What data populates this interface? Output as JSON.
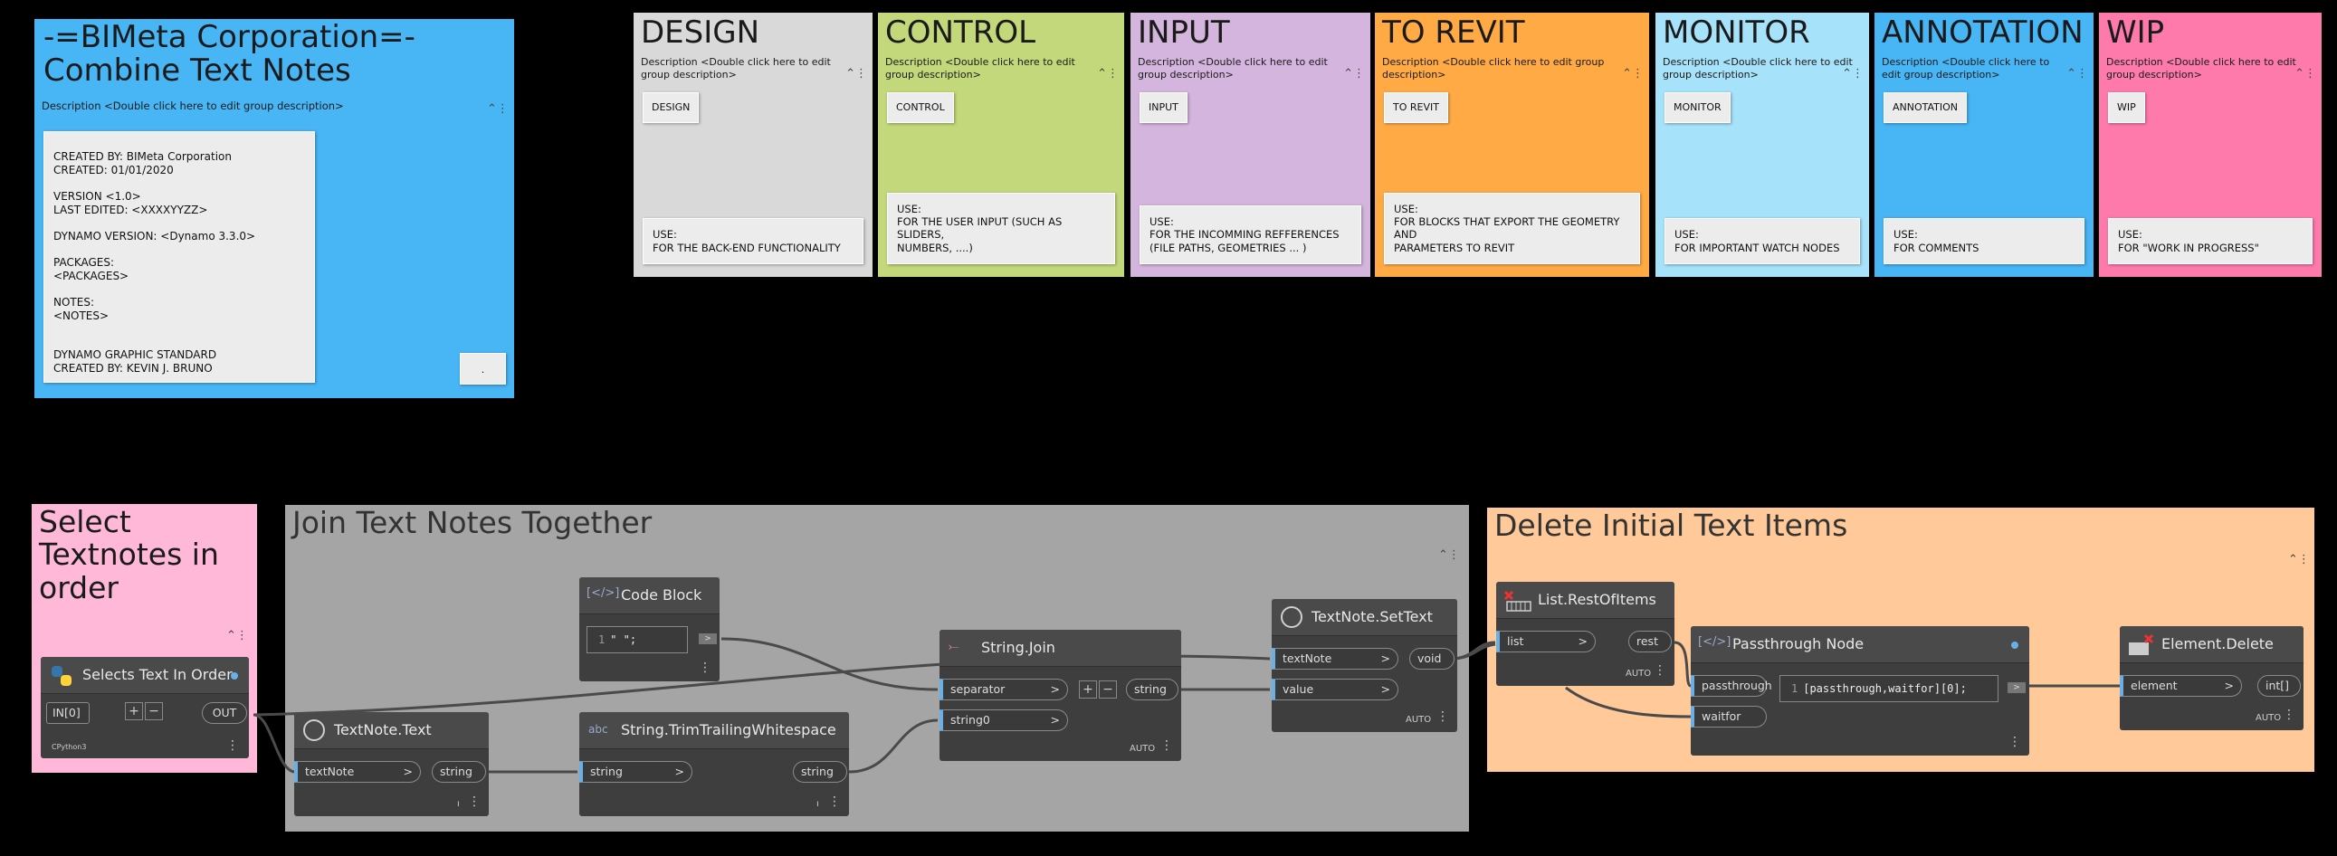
{
  "header_group": {
    "title": "-=BIMeta Corporation=-\nCombine Text Notes",
    "description": "Description <Double click here to edit group description>",
    "note_lines": [
      "CREATED BY: BIMeta Corporation",
      "CREATED: 01/01/2020",
      "",
      "VERSION <1.0>",
      "LAST EDITED: <XXXXYYZZ>",
      "",
      "DYNAMO VERSION: <Dynamo 3.3.0>",
      "",
      "PACKAGES:",
      "<PACKAGES>",
      "",
      "NOTES:",
      "<NOTES>",
      "",
      "",
      "DYNAMO GRAPHIC STANDARD",
      "CREATED BY: KEVIN J. BRUNO"
    ],
    "small_note": ".",
    "color": "#48b5f5"
  },
  "legend_groups": [
    {
      "title": "DESIGN",
      "description": "Description <Double click here to edit\ngroup description>",
      "tag": "DESIGN",
      "use": "USE:\nFOR THE BACK-END FUNCTIONALITY",
      "color": "#d9d9d9"
    },
    {
      "title": "CONTROL",
      "description": "Description <Double click here to edit\ngroup description>",
      "tag": "CONTROL",
      "use": "USE:\nFOR THE USER INPUT (SUCH AS SLIDERS,\n  NUMBERS, ....)",
      "color": "#c3d87a"
    },
    {
      "title": "INPUT",
      "description": "Description <Double click here to edit\ngroup description>",
      "tag": "INPUT",
      "use": "USE:\nFOR THE INCOMMING REFFERENCES\n(FILE PATHS, GEOMETRIES ...                    )",
      "color": "#d4b5dd"
    },
    {
      "title": "TO REVIT",
      "description": "Description <Double click here to edit group\ndescription>",
      "tag": "TO REVIT",
      "use": "USE:\nFOR BLOCKS THAT EXPORT THE GEOMETRY AND\nPARAMETERS TO REVIT",
      "color": "#ffaa45"
    },
    {
      "title": "MONITOR",
      "description": "Description <Double click here to edit\ngroup description>",
      "tag": "MONITOR",
      "use": "USE:\nFOR IMPORTANT WATCH NODES",
      "color": "#a6e2fa"
    },
    {
      "title": "ANNOTATION",
      "description": "Description <Double click here to\nedit group description>",
      "tag": "ANNOTATION",
      "use": "USE:\nFOR COMMENTS",
      "color": "#48b5f5"
    },
    {
      "title": "WIP",
      "description": "Description <Double click here to edit\ngroup description>",
      "tag": "WIP",
      "use": "USE:\nFOR \"WORK IN PROGRESS\"",
      "color": "#fe7aab"
    }
  ],
  "workflow_groups": {
    "select": {
      "title": "Select\nTextnotes in\norder",
      "color": "#ffb8d8"
    },
    "join": {
      "title": "Join Text Notes Together",
      "color": "#a5a5a5"
    },
    "delete": {
      "title": "Delete Initial Text Items",
      "color": "#ffc999"
    }
  },
  "nodes": {
    "selects_text": {
      "title": "Selects Text In Order",
      "input": "IN[0]",
      "output": "OUT",
      "footer": "CPython3"
    },
    "textnote_text": {
      "title": "TextNote.Text",
      "input": "textNote",
      "output": "string"
    },
    "code_block": {
      "title": "Code Block",
      "line_no": "1",
      "code": "\" \";"
    },
    "trim": {
      "title": "String.TrimTrailingWhitespace",
      "input": "string",
      "output": "string"
    },
    "string_join": {
      "title": "String.Join",
      "inputs": [
        "separator",
        "string0"
      ],
      "output": "string",
      "lacing": "AUTO"
    },
    "settext": {
      "title": "TextNote.SetText",
      "inputs": [
        "textNote",
        "value"
      ],
      "output": "void",
      "lacing": "AUTO"
    },
    "rest_of_items": {
      "title": "List.RestOfItems",
      "input": "list",
      "output": "rest",
      "lacing": "AUTO"
    },
    "passthrough": {
      "title": "Passthrough Node",
      "inputs": [
        "passthrough",
        "waitfor"
      ],
      "line_no": "1",
      "code": "[passthrough,waitfor][0];"
    },
    "element_delete": {
      "title": "Element.Delete",
      "input": "element",
      "output": "int[]",
      "lacing": "AUTO"
    }
  },
  "controls": {
    "collapse_glyph": "⌃",
    "menu_glyph": "⋮",
    "arrow_glyph": ">",
    "plus": "+",
    "minus": "−",
    "more": "⋮"
  }
}
